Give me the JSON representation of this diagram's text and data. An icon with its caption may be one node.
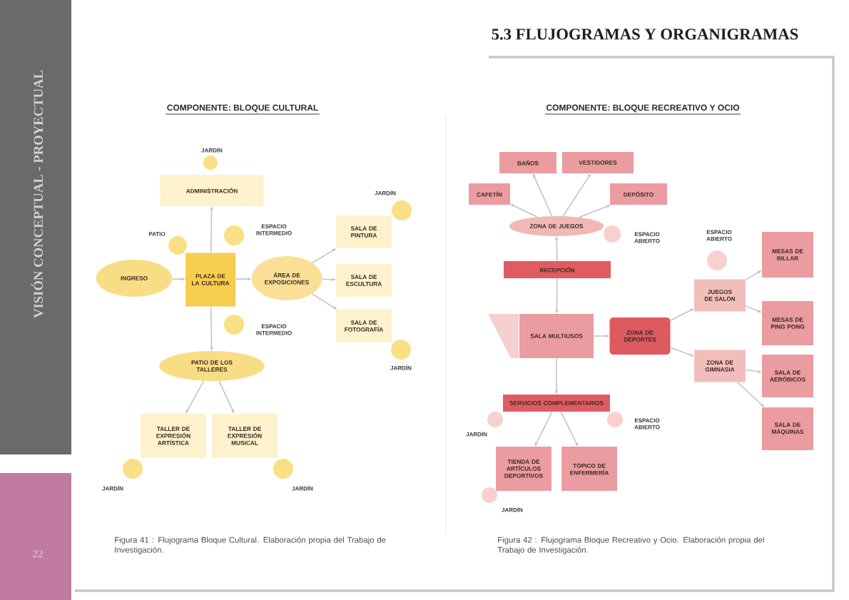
{
  "diagram": {
    "title": "5.3 FLUJOGRAMAS Y ORGANIGRAMAS",
    "nodes": [
      {
        "text": [
          "ADMINISTRACIÓN"
        ]
      },
      {
        "text": [
          "INGRESO"
        ]
      },
      {
        "text": [
          "PLAZA DE LA CULTURA"
        ]
      },
      {
        "text": [
          "ÁREA DE EXPOSICIONES"
        ]
      },
      {
        "text": [
          "SALA DE PINTURA"
        ]
      },
      {
        "text": [
          "SALA DE ESCULTURA"
        ]
      },
      {
        "text": [
          "SALA DE FOTOGRAFÍA"
        ]
      },
      {
        "text": [
          "PATIO DE LOS TALLERES"
        ]
      },
      {
        "text": [
          "TALLER DE EXPRESIÓN ARTÍSTICA"
        ]
      },
      {
        "text": [
          "TALLER DE EXPRESIÓN MUSICAL"
        ]
      },
      {
        "text": [],
        "shape": "circle",
        "beside": [
          "JARDÍN"
        ]
      },
      {
        "text": [],
        "shape": "circle",
        "beside": [
          "JARDÍN"
        ]
      },
      {
        "text": [],
        "shape": "circle",
        "beside": [
          "ESPACIO INTERMEDIO"
        ]
      },
      {
        "text": [],
        "shape": "circle",
        "beside": [
          "PATIO"
        ]
      },
      {
        "text": [],
        "shape": "circle",
        "beside": [
          "ESPACIO INTERMEDIO"
        ]
      },
      {
        "text": [],
        "shape": "circle",
        "beside": [
          "JARDÍN"
        ]
      },
      {
        "text": [],
        "shape": "circle",
        "beside": [
          "JARDÍN"
        ]
      },
      {
        "text": [],
        "shape": "circle",
        "beside": [
          "JARDÍN"
        ]
      },
      {
        "text": [
          "BAÑOS"
        ]
      },
      {
        "text": [
          "VESTIDORES"
        ]
      },
      {
        "text": [
          "CAFETÍN"
        ]
      },
      {
        "text": [
          "DEPÓSITO"
        ]
      },
      {
        "text": [
          "ZONA DE JUEGOS"
        ]
      },
      {
        "text": [
          "RECEPCIÓN"
        ]
      },
      {
        "text": [
          "SALA MULTIUSOS"
        ]
      },
      {
        "text": [
          "ZONA DE DEPORTES"
        ]
      },
      {
        "text": [
          "JUEGOS DE SALÓN"
        ]
      },
      {
        "text": [
          "ZONA DE GIMNASIA"
        ]
      },
      {
        "text": [
          "MESAS DE BILLAR"
        ]
      },
      {
        "text": [
          "MESAS DE PING PONG"
        ]
      },
      {
        "text": [
          "SALA DE AERÓBICOS"
        ]
      },
      {
        "text": [
          "SALA DE MÁQUINAS"
        ]
      },
      {
        "text": [
          "SERVICIOS COMPLEMENTARIOS"
        ]
      },
      {
        "text": [
          "TIENDA DE ARTÍCULOS DEPORTIVOS"
        ]
      },
      {
        "text": [
          "TÓPICO DE ENFERMERÍA"
        ]
      },
      {
        "text": [],
        "shape": "circle",
        "beside": [
          "ESPACIO ABIERTO"
        ]
      },
      {
        "text": [],
        "shape": "circle",
        "beside": [
          "ESPACIO ABIERTO"
        ]
      },
      {
        "text": [],
        "shape": "circle",
        "beside": [
          "JARDÍN"
        ]
      },
      {
        "text": [],
        "shape": "circle",
        "beside": [
          "ESPACIO ABIERTO"
        ]
      },
      {
        "text": [],
        "shape": "circle",
        "beside": [
          "JARDÍN"
        ]
      }
    ],
    "edges": [
      {
        "from": 2,
        "to": 0,
        "arrow": "to"
      },
      {
        "from": 1,
        "to": 2,
        "arrow": "to"
      },
      {
        "from": 2,
        "to": 3,
        "arrow": "to"
      },
      {
        "from": 3,
        "to": 4,
        "arrow": "to"
      },
      {
        "from": 3,
        "to": 5,
        "arrow": "to"
      },
      {
        "from": 3,
        "to": 6,
        "arrow": "to"
      },
      {
        "from": 2,
        "to": 7,
        "arrow": "to"
      },
      {
        "from": 7,
        "to": 8,
        "arrow": "to"
      },
      {
        "from": 7,
        "to": 9,
        "arrow": "to"
      },
      {
        "from": 22,
        "to": 18,
        "arrow": "to"
      },
      {
        "from": 22,
        "to": 19,
        "arrow": "to"
      },
      {
        "from": 22,
        "to": 20,
        "arrow": "to"
      },
      {
        "from": 22,
        "to": 21,
        "arrow": "to"
      },
      {
        "from": 23,
        "to": 22,
        "arrow": "to"
      },
      {
        "from": 23,
        "to": 24,
        "arrow": "to"
      },
      {
        "from": 24,
        "to": 25,
        "arrow": "to"
      },
      {
        "from": 25,
        "to": 26,
        "arrow": "to"
      },
      {
        "from": 25,
        "to": 27,
        "arrow": "to"
      },
      {
        "from": 26,
        "to": 28,
        "arrow": "to"
      },
      {
        "from": 26,
        "to": 29,
        "arrow": "to"
      },
      {
        "from": 27,
        "to": 30,
        "arrow": "to"
      },
      {
        "from": 27,
        "to": 31,
        "arrow": "to"
      },
      {
        "from": 24,
        "to": 32,
        "arrow": "to"
      },
      {
        "from": 32,
        "to": 33,
        "arrow": "to"
      },
      {
        "from": 32,
        "to": 34,
        "arrow": "to"
      }
    ],
    "labels": [
      "VISIÓN CONCEPTUAL - PROYECTUAL",
      "COMPONENTE: BLOQUE CULTURAL",
      "COMPONENTE: BLOQUE RECREATIVO Y OCIO",
      "Figura 41 : Flujograma Bloque Cultural. Elaboración propia del Trabajo de Investigación.",
      "Figura 42 : Flujograma Bloque Recreativo y Ocio. Elaboración propia del Trabajo de Investigación.",
      "22"
    ]
  }
}
